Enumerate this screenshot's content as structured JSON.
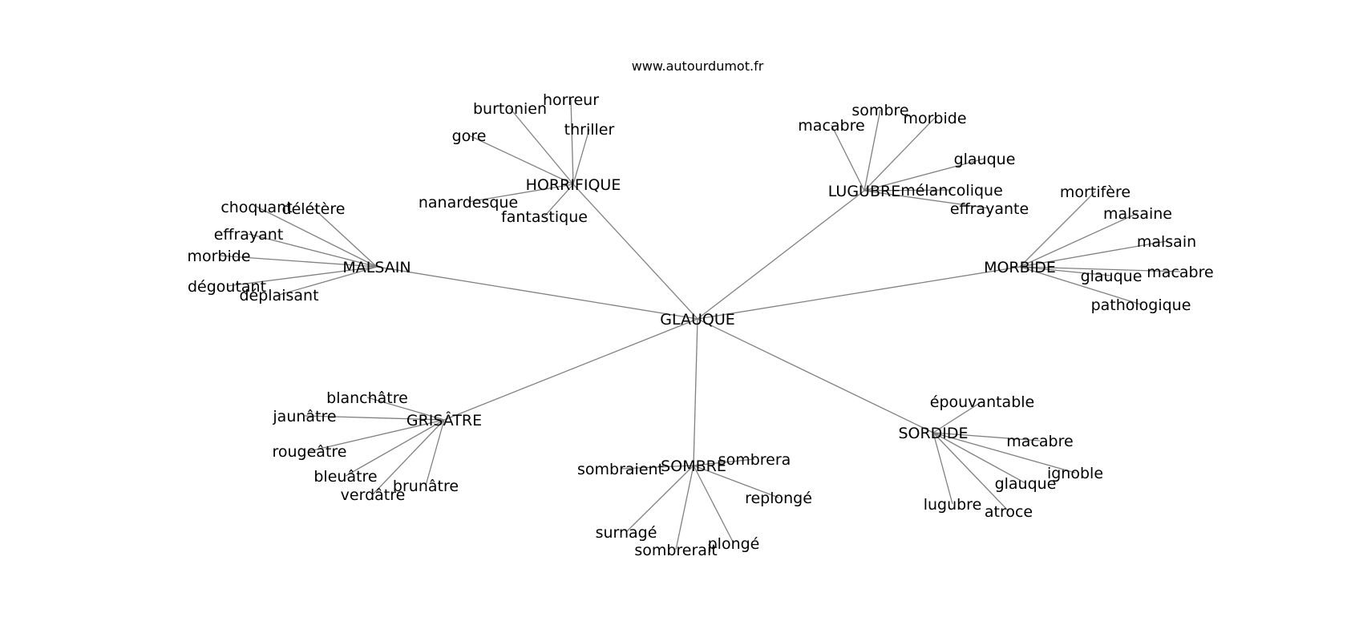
{
  "site": "www.autourdumot.fr",
  "root": "GLAUQUE",
  "clusters": [
    {
      "hub": "HORRIFIQUE",
      "leaves": [
        "horreur",
        "burtonien",
        "thriller",
        "gore",
        "nanardesque",
        "fantastique"
      ]
    },
    {
      "hub": "LUGUBRE",
      "leaves": [
        "sombre",
        "macabre",
        "morbide",
        "glauque",
        "mélancolique",
        "effrayante"
      ]
    },
    {
      "hub": "MALSAIN",
      "leaves": [
        "choquant",
        "délétère",
        "effrayant",
        "morbide",
        "dégoutant",
        "déplaisant"
      ]
    },
    {
      "hub": "MORBIDE",
      "leaves": [
        "mortifère",
        "malsaine",
        "malsain",
        "macabre",
        "glauque",
        "pathologique"
      ]
    },
    {
      "hub": "GRISÂTRE",
      "leaves": [
        "blanchâtre",
        "jaunâtre",
        "rougeâtre",
        "bleuâtre",
        "brunâtre",
        "verdâtre"
      ]
    },
    {
      "hub": "SOMBRE",
      "leaves": [
        "sombrera",
        "sombraient",
        "replongé",
        "surnagé",
        "plongé",
        "sombrerait"
      ]
    },
    {
      "hub": "SORDIDE",
      "leaves": [
        "épouvantable",
        "macabre",
        "ignoble",
        "glauque",
        "lugubre",
        "atroce"
      ]
    }
  ],
  "colors": {
    "edge": "#808080",
    "text": "#000000",
    "background": "#ffffff"
  }
}
